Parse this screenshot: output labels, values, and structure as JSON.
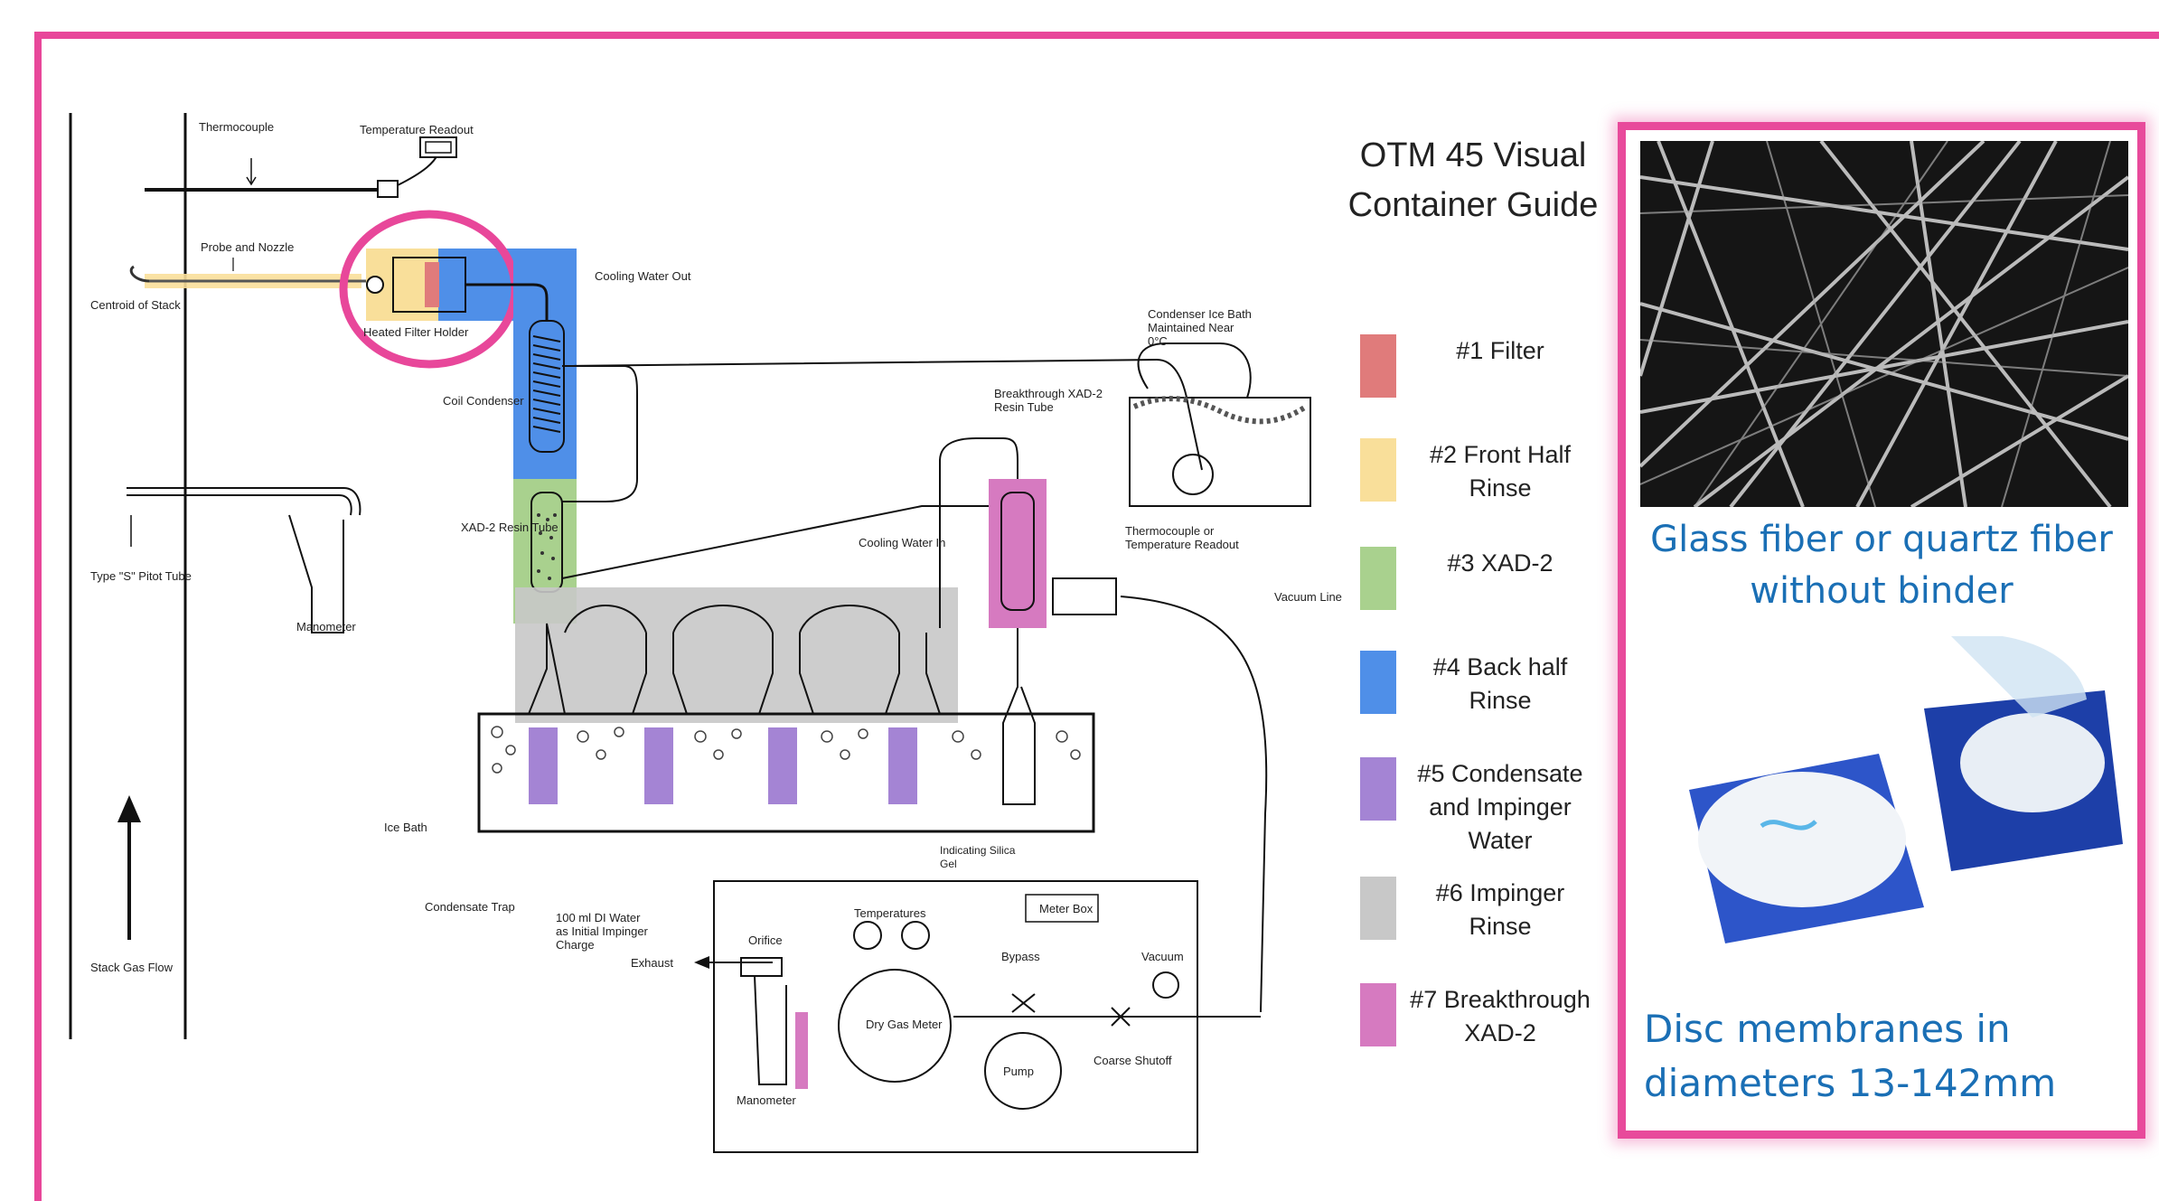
{
  "diagram": {
    "labels": {
      "thermocouple": "Thermocouple",
      "temperature_readout": "Temperature Readout",
      "probe_and_nozzle": "Probe and Nozzle",
      "centroid_of_stack": "Centroid of Stack",
      "heated_filter_holder": "Heated Filter Holder",
      "cooling_water_out": "Cooling Water Out",
      "coil_condenser": "Coil Condenser",
      "condenser_ice_bath": "Condenser Ice Bath Maintained Near 0°C",
      "breakthrough_resin_tube": "Breakthrough XAD-2 Resin Tube",
      "type_s_pitot": "Type \"S\" Pitot Tube",
      "manometer": "Manometer",
      "xad2_resin_tube": "XAD-2 Resin Tube",
      "cooling_water_in": "Cooling Water In",
      "thermocouple_or_readout": "Thermocouple or Temperature Readout",
      "vacuum_line": "Vacuum Line",
      "ice_bath": "Ice Bath",
      "condensate_trap": "Condensate Trap",
      "di_water": "100 ml DI Water as Initial Impinger Charge",
      "indicating_silica_gel": "Indicating Silica Gel",
      "stack_gas_flow": "Stack Gas Flow",
      "temperatures": "Temperatures",
      "meter_box": "Meter Box",
      "exhaust": "Exhaust",
      "orifice": "Orifice",
      "bypass": "Bypass",
      "vacuum": "Vacuum",
      "dry_gas_meter": "Dry Gas Meter",
      "pump": "Pump",
      "coarse_shutoff": "Coarse Shutoff",
      "manometer_meter_box": "Manometer"
    }
  },
  "guide": {
    "title": "OTM 45 Visual Container Guide",
    "legend": [
      {
        "label": "#1 Filter",
        "color": "#e07b7b"
      },
      {
        "label": "#2 Front Half Rinse",
        "color": "#f9df9a"
      },
      {
        "label": "#3 XAD-2",
        "color": "#a9d18e"
      },
      {
        "label": "#4 Back half Rinse",
        "color": "#4f8fe8"
      },
      {
        "label": "#5 Condensate and Impinger Water",
        "color": "#a484d4"
      },
      {
        "label": "#6 Impinger Rinse",
        "color": "#c8c8c8"
      },
      {
        "label": "#7 Breakthrough XAD-2",
        "color": "#d67ac0"
      }
    ]
  },
  "photos": {
    "caption_top": "Glass fiber or quartz fiber without binder",
    "caption_bottom": "Disc membranes in diameters 13-142mm"
  },
  "colors": {
    "frame": "#e8479a",
    "caption": "#1a6fb5"
  }
}
